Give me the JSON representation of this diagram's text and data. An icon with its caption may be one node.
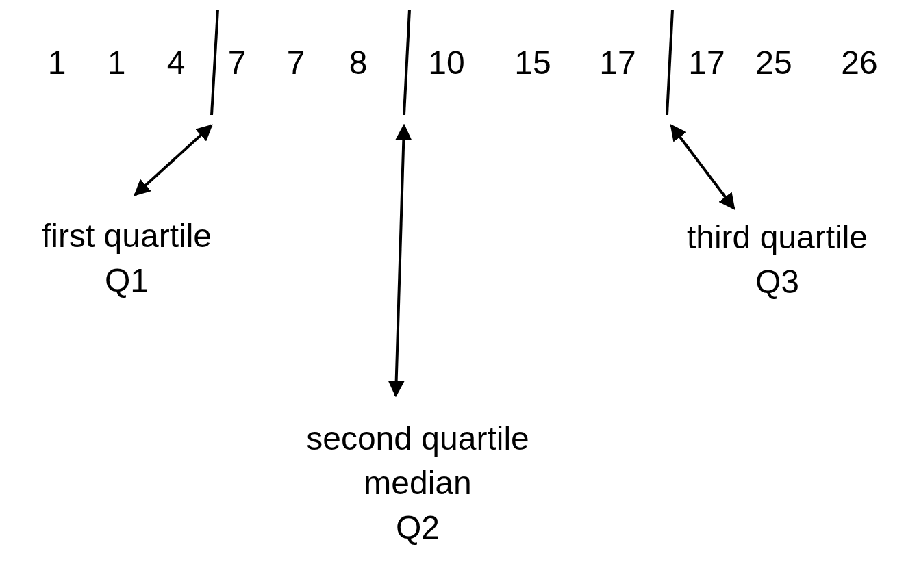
{
  "diagram": {
    "nodes": [
      {
        "text": [],
        "shape": "bar"
      },
      {
        "text": [],
        "shape": "bar"
      },
      {
        "text": [],
        "shape": "bar"
      },
      {
        "text": [
          "first quartile",
          "Q1"
        ]
      },
      {
        "text": [
          "second quartile",
          "median",
          "Q2"
        ]
      },
      {
        "text": [
          "third quartile",
          "Q3"
        ]
      }
    ],
    "edges": [
      {
        "from": 3,
        "to": 0,
        "arrow": "both"
      },
      {
        "from": 4,
        "to": 1,
        "arrow": "both"
      },
      {
        "from": 5,
        "to": 2,
        "arrow": "both"
      }
    ],
    "labels": [
      "1",
      "1",
      "4",
      "7",
      "7",
      "8",
      "10",
      "15",
      "17",
      "17",
      "25",
      "26"
    ]
  }
}
